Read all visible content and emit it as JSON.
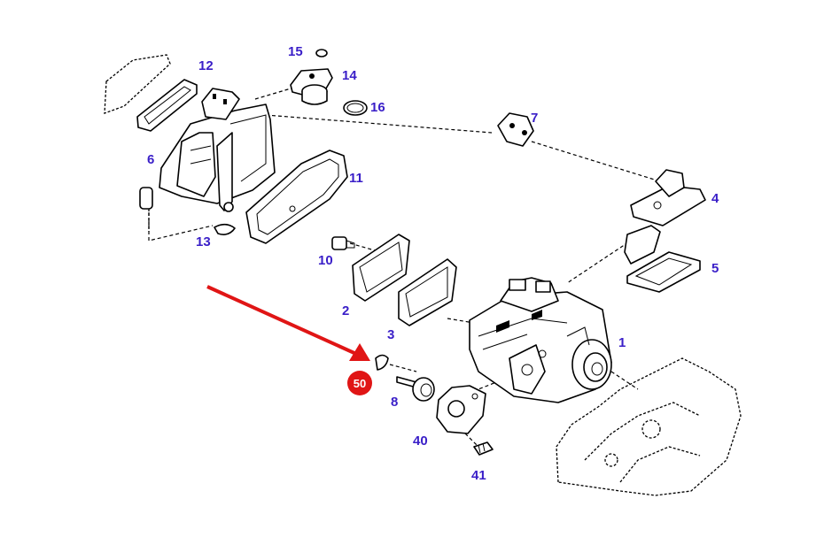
{
  "diagram": {
    "callout_color": "#3a1fc8",
    "highlight_color": "#e01515",
    "callouts": [
      {
        "id": "c1",
        "label": "1"
      },
      {
        "id": "c2",
        "label": "2"
      },
      {
        "id": "c3",
        "label": "3"
      },
      {
        "id": "c4",
        "label": "4"
      },
      {
        "id": "c5",
        "label": "5"
      },
      {
        "id": "c6",
        "label": "6"
      },
      {
        "id": "c7",
        "label": "7"
      },
      {
        "id": "c8",
        "label": "8"
      },
      {
        "id": "c10",
        "label": "10"
      },
      {
        "id": "c11",
        "label": "11"
      },
      {
        "id": "c12",
        "label": "12"
      },
      {
        "id": "c13",
        "label": "13"
      },
      {
        "id": "c14",
        "label": "14"
      },
      {
        "id": "c15",
        "label": "15"
      },
      {
        "id": "c16",
        "label": "16"
      },
      {
        "id": "c40",
        "label": "40"
      },
      {
        "id": "c41",
        "label": "41"
      }
    ],
    "highlight": {
      "label": "50"
    }
  }
}
